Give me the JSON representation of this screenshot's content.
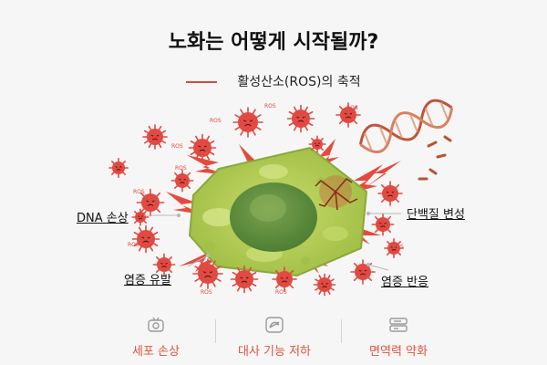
{
  "title": "노화는 어떻게 시작될까?",
  "subtitle": "활성산소(ROS)의 축적",
  "ros_label": "ROS",
  "callouts": {
    "dna_damage": "DNA 손상",
    "protein_denature": "단백질 변성",
    "inflammation_trigger": "염증 유발",
    "inflammation_response": "염증 반응"
  },
  "effects": [
    {
      "label": "세포 손상",
      "icon": "cell-damage-icon"
    },
    {
      "label": "대사 기능 저하",
      "icon": "metabolism-icon"
    },
    {
      "label": "면역력 약화",
      "icon": "immunity-icon"
    }
  ],
  "colors": {
    "accent": "#e0533f",
    "cell": "#b5cf58",
    "nucleus": "#5f8f3e",
    "ros": "#e04a42",
    "dna": "#c0543c"
  }
}
